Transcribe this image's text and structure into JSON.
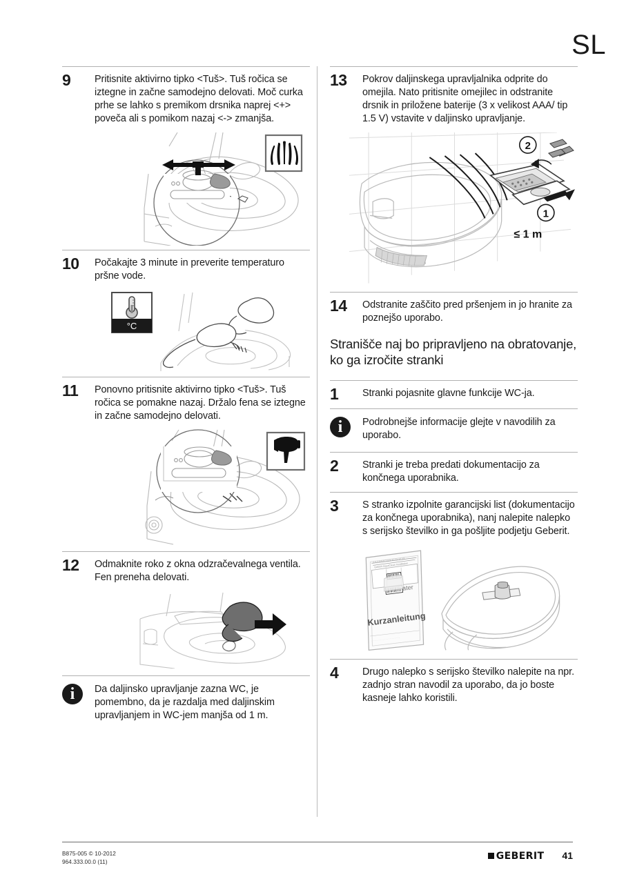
{
  "header": {
    "language_code": "SL"
  },
  "left_column": {
    "blocks": [
      {
        "kind": "step",
        "number": "9",
        "text": "Pritisnite aktivirno tipko <Tuš>. Tuš ročica se iztegne in začne samodejno delovati. Moč curka prhe se lahko s premikom drsnika naprej <+> poveča ali s pomikom nazaj <-> zmanjša.",
        "figure": "wc-open-lid-slider-control-with-shower-spray-pictogram"
      },
      {
        "kind": "step",
        "number": "10",
        "text": "Počakajte 3 minute in preverite temperaturo pršne vode.",
        "figure": "hand-checking-water-temperature-with-thermometer-pictogram",
        "figure_label": "°C"
      },
      {
        "kind": "step",
        "number": "11",
        "text": "Ponovno pritisnite aktivirno tipko <Tuš>. Tuš ročica se pomakne nazaj. Držalo fena se iztegne in začne samodejno delovati.",
        "figure": "wc-open-lid-dryer-arm-with-hairdryer-pictogram"
      },
      {
        "kind": "step",
        "number": "12",
        "text": "Odmaknite roko z okna odzračevalnega ventila. Fen preneha delovati.",
        "figure": "hand-moving-away-from-vent-window-with-arrow"
      },
      {
        "kind": "note",
        "icon": "info-icon",
        "icon_glyph": "i",
        "text": "Da daljinsko upravljanje zazna WC, je pomembno, da je razdalja med daljinskim upravljanjem in WC-jem manjša od 1 m."
      }
    ]
  },
  "right_column": {
    "blocks": [
      {
        "kind": "step",
        "number": "13",
        "text": "Pokrov daljinskega upravljalnika odprite do omejila. Nato pritisnite omejilec in odstranite drsnik in priložene baterije (3 x velikost AAA/ tip 1.5 V) vstavite v daljinsko upravljanje.",
        "figure": "wc-with-remote-control-radio-waves",
        "figure_callouts": [
          "1",
          "2"
        ],
        "figure_distance_label": "≤ 1 m"
      },
      {
        "kind": "step",
        "number": "14",
        "text": "Odstranite zaščito pred pršenjem in jo hranite za poznejšo uporabo."
      },
      {
        "kind": "section-heading",
        "text": "Stranišče naj bo pripravljeno na obratovanje, ko ga izročite stranki"
      },
      {
        "kind": "step",
        "number": "1",
        "text": "Stranki pojasnite glavne funkcije WC-ja."
      },
      {
        "kind": "note",
        "icon": "info-icon",
        "icon_glyph": "i",
        "text": "Podrobnejše informacije glejte v navodilih za uporabo."
      },
      {
        "kind": "step",
        "number": "2",
        "text": "Stranki je treba predati dokumentacijo za končnega uporabnika."
      },
      {
        "kind": "step",
        "number": "3",
        "text": "S stranko izpolnite garancijski list (dokumentacijo za končnega uporabnika), nanj nalepite nalepko s serijsko številko in ga pošljite podjetju Geberit.",
        "figure": "quick-guide-sheet-with-serial-number-label-and-wc-lid",
        "figure_label": "Kurzanleitung"
      },
      {
        "kind": "step",
        "number": "4",
        "text": "Drugo nalepko s serijsko številko nalepite na npr. zadnjo stran navodil za uporabo, da jo boste kasneje lahko koristili."
      }
    ]
  },
  "footer": {
    "doc_code_line1": "B875-005 © 10-2012",
    "doc_code_line2": "964.333.00.0 (11)",
    "brand": "GEBERIT",
    "page_number": "41"
  }
}
